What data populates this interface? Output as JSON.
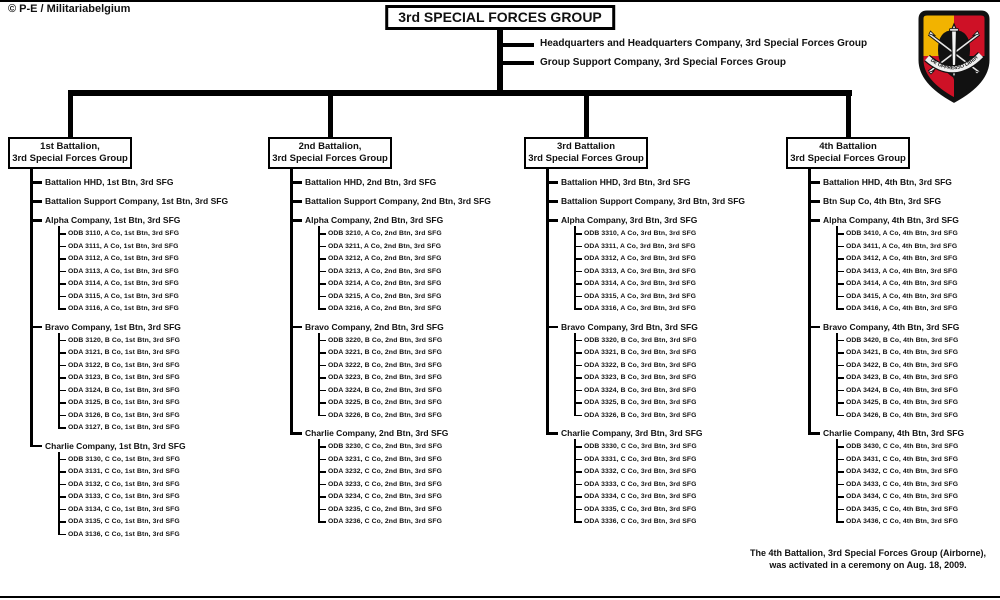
{
  "copyright": "© P-E / Militariabelgium",
  "title": "3rd SPECIAL FORCES GROUP",
  "group_units": [
    "Headquarters and Headquarters Company,  3rd Special Forces Group",
    "Group Support Company,  3rd Special Forces Group"
  ],
  "battalions": [
    {
      "name_line1": "1st Battalion,",
      "name_line2": "3rd Special Forces Group",
      "items": [
        {
          "label": "Battalion HHD,  1st Btn, 3rd SFG"
        },
        {
          "label": "Battalion  Support Company, 1st Btn,  3rd SFG"
        },
        {
          "label": "Alpha Company, 1st Btn,  3rd SFG",
          "units": [
            "ODB 3110, A Co, 1st Btn,  3rd SFG",
            "ODA 3111, A Co, 1st Btn,  3rd SFG",
            "ODA 3112, A Co, 1st Btn,  3rd SFG",
            "ODA 3113, A Co, 1st Btn,  3rd SFG",
            "ODA 3114, A Co, 1st Btn,  3rd SFG",
            "ODA 3115, A Co, 1st Btn,  3rd SFG",
            "ODA 3116, A Co, 1st Btn,  3rd SFG"
          ]
        },
        {
          "label": "Bravo Company, 1st Btn,  3rd SFG",
          "units": [
            "ODB 3120, B Co, 1st Btn,  3rd SFG",
            "ODA 3121, B Co, 1st Btn,  3rd SFG",
            "ODA 3122, B Co, 1st Btn,  3rd SFG",
            "ODA 3123, B Co, 1st Btn,  3rd SFG",
            "ODA 3124, B Co, 1st Btn,  3rd SFG",
            "ODA 3125, B Co, 1st Btn,  3rd SFG",
            "ODA 3126, B Co, 1st Btn,  3rd SFG",
            "ODA 3127, B Co, 1st Btn,  3rd SFG"
          ]
        },
        {
          "label": "Charlie Company, 1st Btn,  3rd SFG",
          "units": [
            "ODB 3130, C Co, 1st Btn,  3rd SFG",
            "ODA 3131, C Co, 1st Btn,  3rd SFG",
            "ODA 3132, C Co, 1st Btn,  3rd SFG",
            "ODA 3133, C Co, 1st Btn,  3rd SFG",
            "ODA 3134, C Co, 1st Btn,  3rd SFG",
            "ODA 3135, C Co, 1st Btn,  3rd SFG",
            "ODA 3136, C Co, 1st Btn,  3rd SFG"
          ]
        }
      ]
    },
    {
      "name_line1": "2nd Battalion,",
      "name_line2": "3rd Special Forces Group",
      "items": [
        {
          "label": "Battalion HHD,  2nd Btn, 3rd SFG"
        },
        {
          "label": "Battalion  Support Company, 2nd Btn,  3rd SFG"
        },
        {
          "label": "Alpha Company, 2nd Btn,  3rd SFG",
          "units": [
            "ODB 3210, A Co, 2nd Btn,  3rd SFG",
            "ODA 3211, A Co, 2nd Btn,  3rd SFG",
            "ODA 3212, A Co, 2nd Btn,  3rd SFG",
            "ODA 3213, A Co, 2nd Btn,  3rd SFG",
            "ODA 3214, A Co, 2nd Btn,  3rd SFG",
            "ODA 3215, A Co, 2nd Btn,  3rd SFG",
            "ODA 3216, A Co, 2nd Btn,  3rd SFG"
          ]
        },
        {
          "label": "Bravo Company, 2nd Btn,  3rd SFG",
          "units": [
            "ODB 3220, B Co, 2nd Btn,  3rd SFG",
            "ODA 3221, B Co, 2nd Btn,  3rd SFG",
            "ODA 3222, B Co, 2nd Btn,  3rd SFG",
            "ODA 3223, B Co, 2nd Btn,  3rd SFG",
            "ODA 3224, B Co, 2nd Btn,  3rd SFG",
            "ODA 3225, B Co, 2nd Btn,  3rd SFG",
            "ODA 3226, B Co, 2nd Btn,  3rd SFG"
          ]
        },
        {
          "label": "Charlie Company, 2nd Btn, 3rd SFG",
          "units": [
            "ODB 3230, C Co, 2nd Btn,  3rd SFG",
            "ODA 3231, C Co, 2nd Btn,  3rd SFG",
            "ODA 3232, C Co, 2nd Btn,  3rd SFG",
            "ODA 3233, C Co, 2nd Btn,  3rd SFG",
            "ODA 3234, C Co, 2nd Btn,  3rd SFG",
            "ODA 3235, C Co, 2nd Btn,  3rd SFG",
            "ODA 3236, C Co, 2nd Btn,  3rd SFG"
          ]
        }
      ]
    },
    {
      "name_line1": "3rd Battalion",
      "name_line2": "3rd Special Forces Group",
      "items": [
        {
          "label": "Battalion HHD,  3rd Btn, 3rd SFG"
        },
        {
          "label": "Battalion  Support Company, 3rd Btn,  3rd SFG"
        },
        {
          "label": "Alpha Company, 3rd Btn,  3rd SFG",
          "units": [
            "ODB 3310, A Co, 3rd Btn,  3rd SFG",
            "ODA 3311, A Co, 3rd Btn,  3rd SFG",
            "ODA 3312, A Co, 3rd Btn,  3rd SFG",
            "ODA 3313, A Co, 3rd Btn,  3rd SFG",
            "ODA 3314, A Co, 3rd Btn,  3rd SFG",
            "ODA 3315, A Co, 3rd Btn,  3rd SFG",
            "ODA 3316, A Co, 3rd Btn,  3rd SFG"
          ]
        },
        {
          "label": "Bravo Company, 3rd Btn,  3rd SFG",
          "units": [
            "ODB 3320, B Co, 3rd Btn,  3rd SFG",
            "ODA 3321, B Co, 3rd Btn,  3rd SFG",
            "ODA 3322, B Co, 3rd Btn,  3rd SFG",
            "ODA 3323, B Co, 3rd Btn,  3rd SFG",
            "ODA 3324, B Co, 3rd Btn,  3rd SFG",
            "ODA 3325, B Co, 3rd Btn,  3rd SFG",
            "ODA 3326, B Co, 3rd Btn,  3rd SFG"
          ]
        },
        {
          "label": "Charlie Company, 3rd Btn,  3rd SFG",
          "units": [
            "ODB 3330, C Co, 3rd Btn,  3rd SFG",
            "ODA 3331, C Co, 3rd Btn,  3rd SFG",
            "ODA 3332, C Co, 3rd Btn,  3rd SFG",
            "ODA 3333, C Co, 3rd Btn,  3rd SFG",
            "ODA 3334, C Co, 3rd Btn,  3rd SFG",
            "ODA 3335, C Co, 3rd Btn,  3rd SFG",
            "ODA 3336, C Co, 3rd Btn,  3rd SFG"
          ]
        }
      ]
    },
    {
      "name_line1": "4th Battalion",
      "name_line2": "3rd Special Forces Group",
      "items": [
        {
          "label": "Battalion HHD,  4th Btn, 3rd SFG"
        },
        {
          "label": "Btn  Sup Co, 4th Btn,  3rd SFG"
        },
        {
          "label": "Alpha Company, 4th Btn,  3rd SFG",
          "units": [
            "ODB 3410, A Co, 4th Btn,  3rd SFG",
            "ODA 3411, A Co, 4th Btn,  3rd SFG",
            "ODA 3412, A Co, 4th Btn,  3rd SFG",
            "ODA 3413, A Co, 4th Btn,  3rd SFG",
            "ODA 3414, A Co, 4th Btn,  3rd SFG",
            "ODA 3415, A Co, 4th Btn,  3rd SFG",
            "ODA 3416, A Co, 4th Btn,  3rd SFG"
          ]
        },
        {
          "label": "Bravo Company, 4th Btn,  3rd SFG",
          "units": [
            "ODB 3420, B Co, 4th Btn,  3rd SFG",
            "ODA 3421, B Co, 4th Btn,  3rd SFG",
            "ODA 3422, B Co, 4th Btn,  3rd SFG",
            "ODA 3423, B Co, 4th Btn,  3rd SFG",
            "ODA 3424, B Co, 4th Btn,  3rd SFG",
            "ODA 3425, B Co, 4th Btn,  3rd SFG",
            "ODA 3426, B Co, 4th Btn,  3rd SFG"
          ]
        },
        {
          "label": "Charlie Company, 4th Btn,  3rd SFG",
          "units": [
            "ODB 3430, C Co, 4th Btn,  3rd SFG",
            "ODA 3431, C Co, 4th Btn,  3rd SFG",
            "ODA 3432, C Co, 4th Btn,  3rd SFG",
            "ODA 3433, C Co, 4th Btn,  3rd SFG",
            "ODA 3434, C Co, 4th Btn,  3rd SFG",
            "ODA 3435, C Co, 4th Btn,  3rd SFG",
            "ODA 3436, C Co, 4th Btn,  3rd SFG"
          ]
        }
      ]
    }
  ],
  "footnote": {
    "line1": "The 4th Battalion, 3rd Special Forces Group (Airborne),",
    "line2": "was activated in a ceremony on Aug. 18, 2009."
  },
  "emblem": {
    "description": "3rd Special Forces Group beret flash with Special Forces crest",
    "motto": "DE OPPRESSO LIBER",
    "colors": {
      "yellow": "#F2B300",
      "red": "#CE1126",
      "black": "#111111"
    }
  }
}
